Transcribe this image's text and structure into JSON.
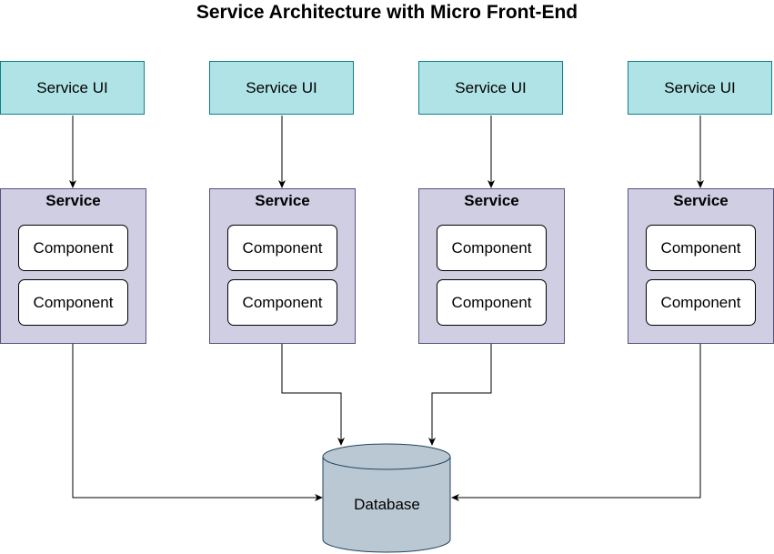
{
  "diagram": {
    "title": "Service Architecture with Micro Front-End",
    "colors": {
      "ui_fill": "#b0e3e6",
      "ui_stroke": "#0e8088",
      "service_fill": "#d0cee2",
      "service_stroke": "#56517e",
      "component_fill": "#ffffff",
      "database_fill": "#bac8d3",
      "database_stroke": "#23445d"
    },
    "columns": [
      {
        "ui_label": "Service UI",
        "service_label": "Service",
        "components": [
          "Component",
          "Component"
        ]
      },
      {
        "ui_label": "Service UI",
        "service_label": "Service",
        "components": [
          "Component",
          "Component"
        ]
      },
      {
        "ui_label": "Service UI",
        "service_label": "Service",
        "components": [
          "Component",
          "Component"
        ]
      },
      {
        "ui_label": "Service UI",
        "service_label": "Service",
        "components": [
          "Component",
          "Component"
        ]
      }
    ],
    "database": {
      "label": "Database"
    },
    "edges": [
      {
        "from": "service-ui-1",
        "to": "service-1"
      },
      {
        "from": "service-ui-2",
        "to": "service-2"
      },
      {
        "from": "service-ui-3",
        "to": "service-3"
      },
      {
        "from": "service-ui-4",
        "to": "service-4"
      },
      {
        "from": "service-1",
        "to": "database"
      },
      {
        "from": "service-2",
        "to": "database"
      },
      {
        "from": "service-3",
        "to": "database"
      },
      {
        "from": "service-4",
        "to": "database"
      }
    ]
  }
}
